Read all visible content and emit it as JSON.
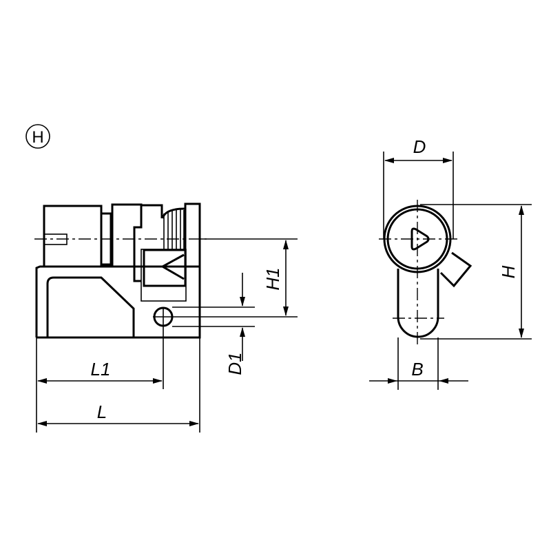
{
  "view_label": "H",
  "side_view": {
    "dimensions": {
      "h1": "H1",
      "d1": "D1",
      "l1": "L1",
      "l": "L"
    }
  },
  "front_view": {
    "dimensions": {
      "d": "D",
      "h": "H",
      "b": "B"
    }
  }
}
